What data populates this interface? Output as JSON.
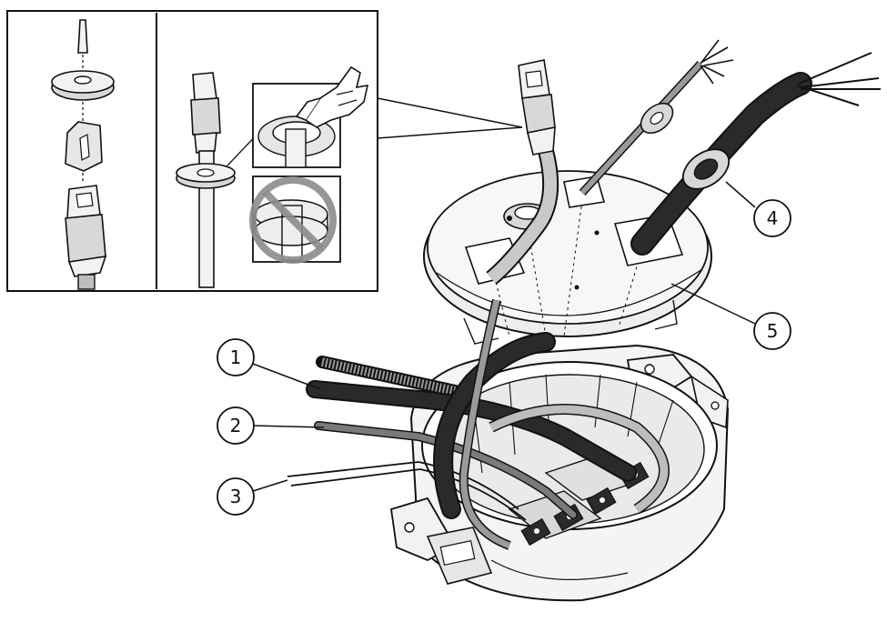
{
  "callouts": [
    {
      "label": "1"
    },
    {
      "label": "2"
    },
    {
      "label": "3"
    },
    {
      "label": "4"
    },
    {
      "label": "5"
    }
  ],
  "colors": {
    "line": "#111111",
    "dark_cable": "#2a2a2a",
    "grey_cable": "#7a7a7a",
    "light_fill": "#f2f2f2",
    "mid_fill": "#d8d8d8",
    "prohibit": "#8c8c8c"
  },
  "icons": [
    "hand-pointer-icon",
    "prohibited-icon",
    "rj45-connector-icon",
    "grommet-icon"
  ]
}
